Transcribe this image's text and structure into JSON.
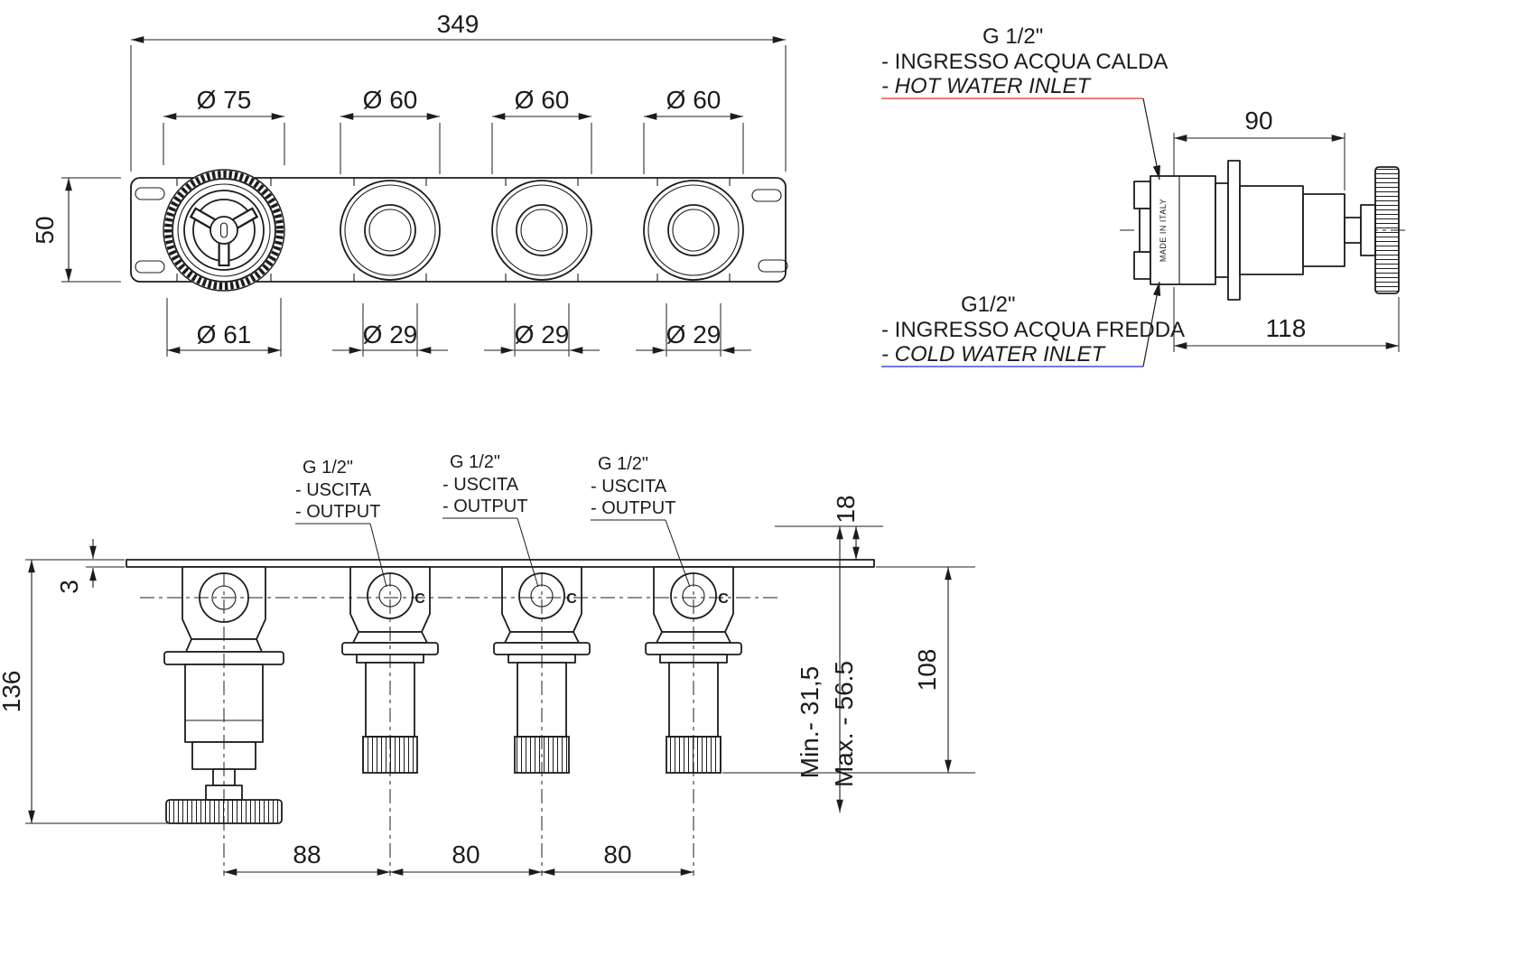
{
  "colors": {
    "line": "#1c1c1c",
    "hot": "#e3352a",
    "cold": "#2328d0"
  },
  "front_view": {
    "dim_total_width": "349",
    "dim_plate_height": "50",
    "knob_dims": {
      "large": "Ø 75",
      "small1": "Ø 60",
      "small2": "Ø 60",
      "small3": "Ø 60"
    },
    "base_dims": {
      "large": "Ø 61",
      "small1": "Ø 29",
      "small2": "Ø 29",
      "small3": "Ø 29"
    }
  },
  "side_view": {
    "dim_body_depth": "90",
    "dim_total_depth": "118",
    "made_in_italy": "MADE IN ITALY",
    "hot_inlet": {
      "thread": "G 1/2\"",
      "label_it": "- INGRESSO ACQUA CALDA",
      "label_en": "- HOT WATER INLET"
    },
    "cold_inlet": {
      "thread": "G1/2\"",
      "label_it": "- INGRESSO ACQUA FREDDA",
      "label_en": "- COLD WATER INLET"
    }
  },
  "top_view": {
    "outputs": [
      {
        "thread": "G 1/2\"",
        "label_it": "- USCITA",
        "label_en": "- OUTPUT"
      },
      {
        "thread": "G 1/2\"",
        "label_it": "- USCITA",
        "label_en": "- OUTPUT"
      },
      {
        "thread": "G 1/2\"",
        "label_it": "- USCITA",
        "label_en": "- OUTPUT"
      }
    ],
    "port_letter": "C",
    "dim_plate_thickness": "3",
    "dim_total_depth": "136",
    "dim_wall_offset": "18",
    "dim_body_depth": "108",
    "dim_min_depth": "Min.- 31,5",
    "dim_max_depth": "Max. - 56.5",
    "dim_spacing_1": "88",
    "dim_spacing_2": "80",
    "dim_spacing_3": "80"
  }
}
